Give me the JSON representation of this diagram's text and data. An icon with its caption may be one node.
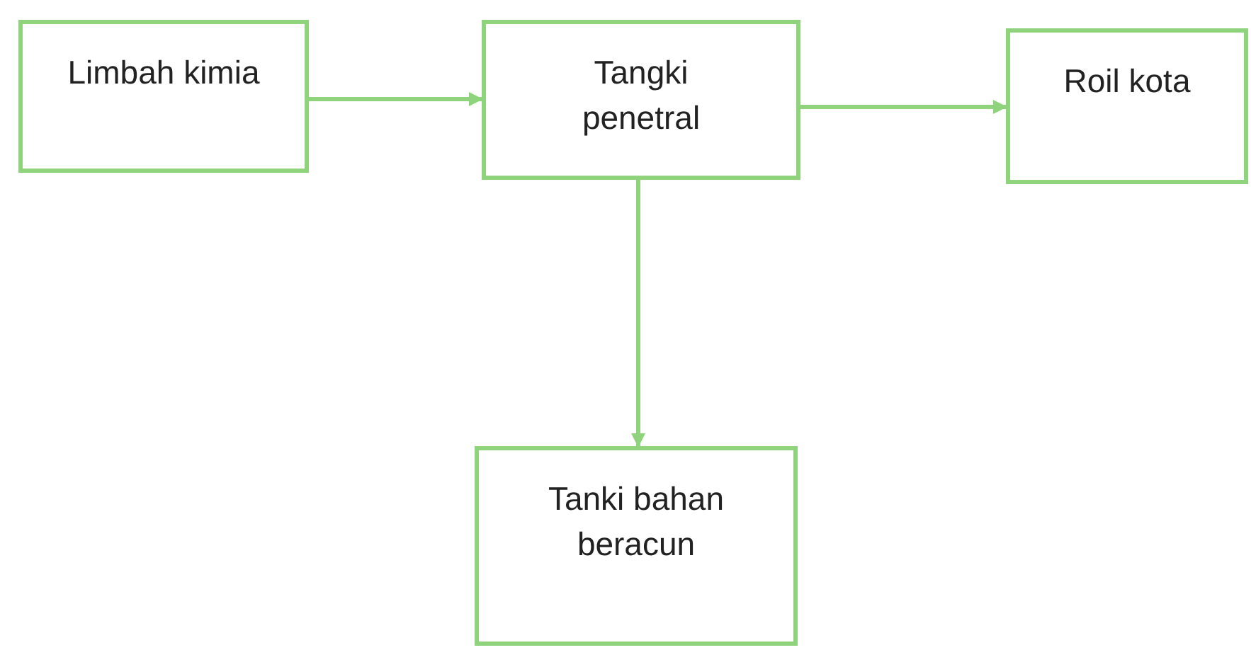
{
  "diagram": {
    "nodes": [
      {
        "text": [
          "Limbah kimia"
        ]
      },
      {
        "text": [
          "Tangki penetral"
        ]
      },
      {
        "text": [
          "Roil kota"
        ]
      },
      {
        "text": [
          "Tanki bahan beracun"
        ]
      }
    ],
    "edges": [
      {
        "from": 0,
        "to": 1,
        "arrow": "to"
      },
      {
        "from": 1,
        "to": 2,
        "arrow": "to"
      },
      {
        "from": 1,
        "to": 3,
        "arrow": "to"
      }
    ]
  }
}
